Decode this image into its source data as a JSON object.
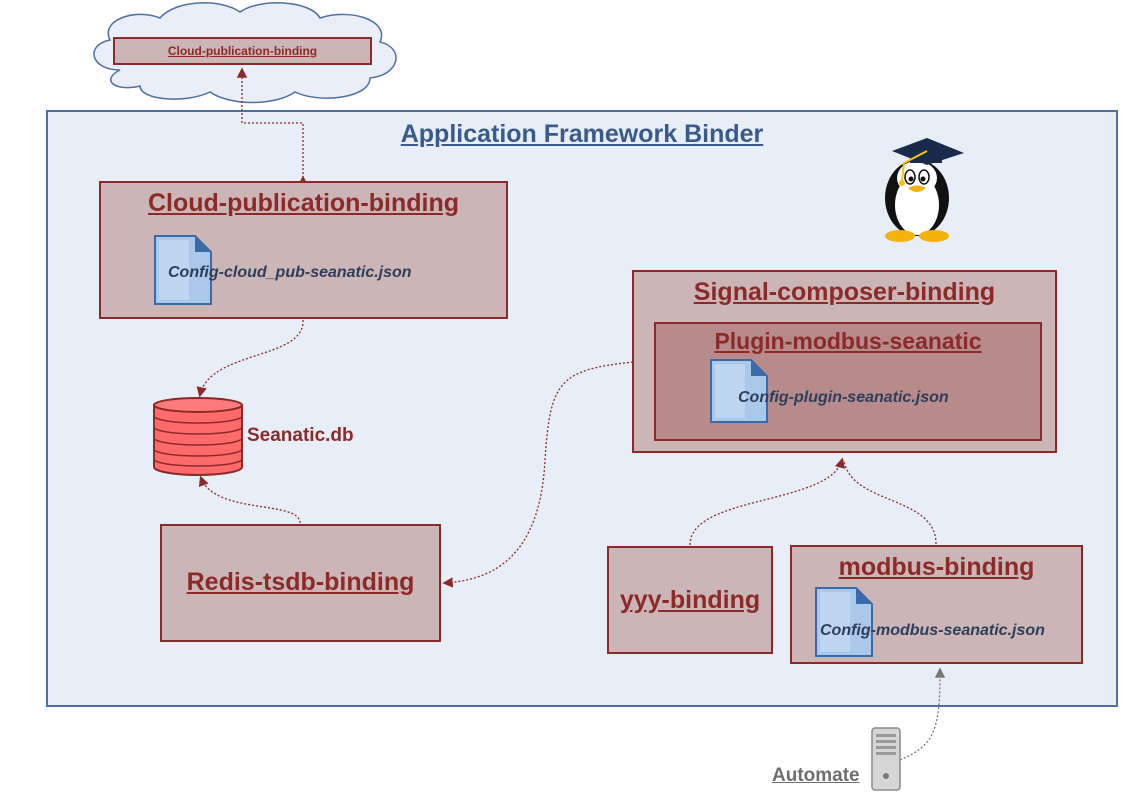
{
  "cloud": {
    "label": "Cloud-publication-binding"
  },
  "framework": {
    "title": "Application Framework Binder"
  },
  "cloud_binding": {
    "title": "Cloud-publication-binding",
    "config_file": "Config-cloud_pub-seanatic.json"
  },
  "database": {
    "label": "Seanatic.db"
  },
  "redis_binding": {
    "title": "Redis-tsdb-binding"
  },
  "signal_composer": {
    "title": "Signal-composer-binding"
  },
  "plugin": {
    "title": "Plugin-modbus-seanatic",
    "config_file": "Config-plugin-seanatic.json"
  },
  "yyy_binding": {
    "title": "yyy-binding"
  },
  "modbus_binding": {
    "title": "modbus-binding",
    "config_file": "Config-modbus-seanatic.json"
  },
  "automate": {
    "label": "Automate"
  },
  "icons": [
    "cloud-icon",
    "penguin-icon",
    "document-icon",
    "database-icon",
    "server-icon"
  ],
  "colors": {
    "binding_border": "#8c2a2a",
    "binding_fill": "#cbb5b6",
    "framework_fill": "#e8eef7",
    "framework_border": "#4f6fa3"
  }
}
